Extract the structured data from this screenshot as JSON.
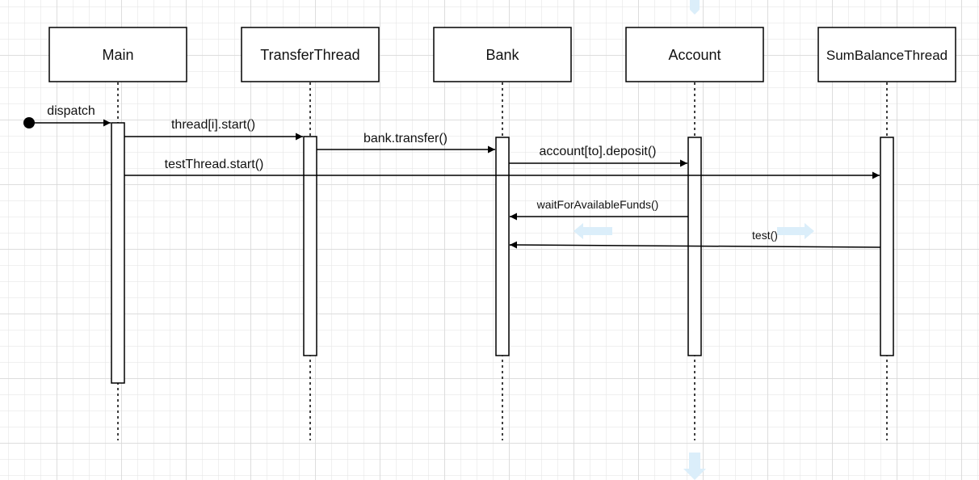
{
  "participants": [
    {
      "id": "main",
      "name": "Main"
    },
    {
      "id": "transfer",
      "name": "TransferThread"
    },
    {
      "id": "bank",
      "name": "Bank"
    },
    {
      "id": "account",
      "name": "Account"
    },
    {
      "id": "sum",
      "name": "SumBalanceThread"
    }
  ],
  "messages": [
    {
      "id": "dispatch",
      "label": "dispatch",
      "from": "start",
      "to": "main"
    },
    {
      "id": "thread-start",
      "label": "thread[i].start()",
      "from": "main",
      "to": "transfer"
    },
    {
      "id": "bank-transfer",
      "label": "bank.transfer()",
      "from": "transfer",
      "to": "bank"
    },
    {
      "id": "deposit",
      "label": "account[to].deposit()",
      "from": "bank",
      "to": "account"
    },
    {
      "id": "test-thread-start",
      "label": "testThread.start()",
      "from": "main",
      "to": "sum"
    },
    {
      "id": "wait-funds",
      "label": "waitForAvailableFunds()",
      "from": "account",
      "to": "bank"
    },
    {
      "id": "test",
      "label": "test()",
      "from": "sum",
      "to": "bank"
    }
  ],
  "colors": {
    "line": "#000000",
    "text": "#111111",
    "guide": "#dbeefa"
  }
}
